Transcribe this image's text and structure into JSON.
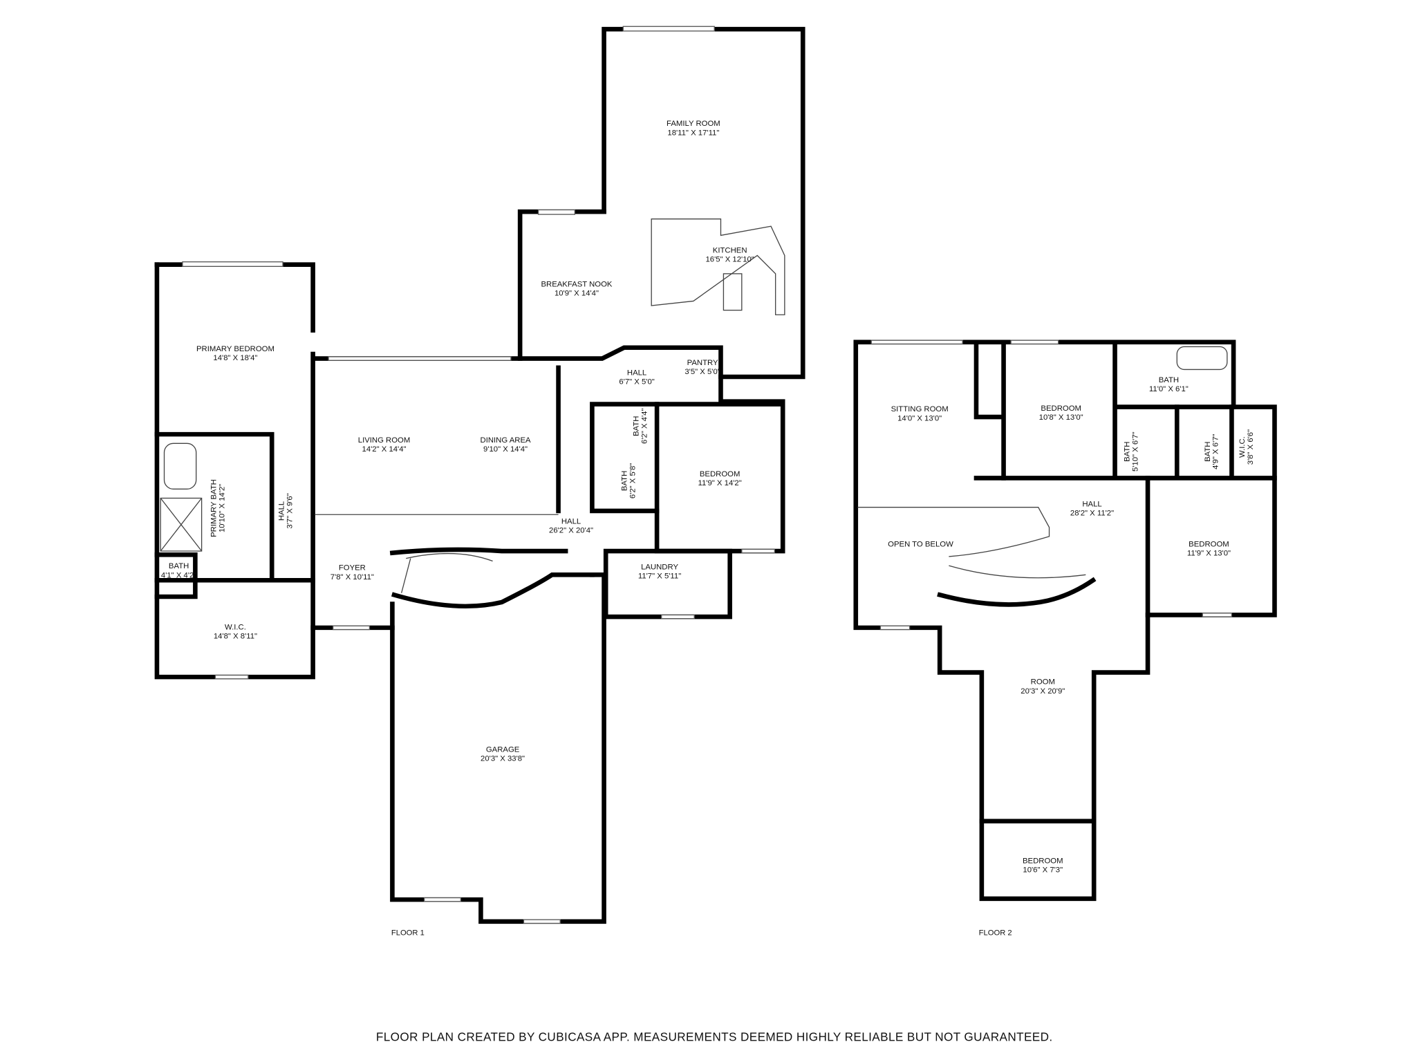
{
  "floor1": {
    "label": "FLOOR 1",
    "rooms": [
      {
        "name": "FAMILY ROOM",
        "size": "18'11\" X 17'11\""
      },
      {
        "name": "KITCHEN",
        "size": "16'5\" X 12'10\""
      },
      {
        "name": "BREAKFAST NOOK",
        "size": "10'9\" X 14'4\""
      },
      {
        "name": "PRIMARY BEDROOM",
        "size": "14'8\" X 18'4\""
      },
      {
        "name": "LIVING ROOM",
        "size": "14'2\" X 14'4\""
      },
      {
        "name": "DINING AREA",
        "size": "9'10\" X 14'4\""
      },
      {
        "name": "HALL",
        "size": "6'7\" X 5'0\""
      },
      {
        "name": "PANTRY",
        "size": "3'5\" X 5'0\""
      },
      {
        "name": "BATH",
        "size": "6'2\" X 4'4\""
      },
      {
        "name": "BATH",
        "size": "6'2\" X 5'8\""
      },
      {
        "name": "BEDROOM",
        "size": "11'9\" X 14'2\""
      },
      {
        "name": "PRIMARY BATH",
        "size": "10'10\" X 14'2\""
      },
      {
        "name": "HALL",
        "size": "3'7\" X 9'6\""
      },
      {
        "name": "HALL",
        "size": "26'2\" X 20'4\""
      },
      {
        "name": "FOYER",
        "size": "7'8\" X 10'11\""
      },
      {
        "name": "BATH",
        "size": "4'1\" X 4'2\""
      },
      {
        "name": "LAUNDRY",
        "size": "11'7\" X 5'11\""
      },
      {
        "name": "W.I.C.",
        "size": "14'8\" X 8'11\""
      },
      {
        "name": "GARAGE",
        "size": "20'3\" X 33'8\""
      }
    ]
  },
  "floor2": {
    "label": "FLOOR 2",
    "rooms": [
      {
        "name": "SITTING ROOM",
        "size": "14'0\" X 13'0\""
      },
      {
        "name": "BEDROOM",
        "size": "10'8\" X 13'0\""
      },
      {
        "name": "BATH",
        "size": "11'0\" X 6'1\""
      },
      {
        "name": "BATH",
        "size": "5'10\" X 6'7\""
      },
      {
        "name": "BATH",
        "size": "4'9\" X 6'7\""
      },
      {
        "name": "W.I.C.",
        "size": "3'8\" X 6'6\""
      },
      {
        "name": "HALL",
        "size": "28'2\" X 11'2\""
      },
      {
        "name": "OPEN TO BELOW",
        "size": ""
      },
      {
        "name": "BEDROOM",
        "size": "11'9\" X 13'0\""
      },
      {
        "name": "ROOM",
        "size": "20'3\" X 20'9\""
      },
      {
        "name": "BEDROOM",
        "size": "10'6\" X 7'3\""
      }
    ]
  },
  "footer": "FLOOR PLAN CREATED BY CUBICASA APP. MEASUREMENTS DEEMED HIGHLY RELIABLE BUT NOT GUARANTEED."
}
